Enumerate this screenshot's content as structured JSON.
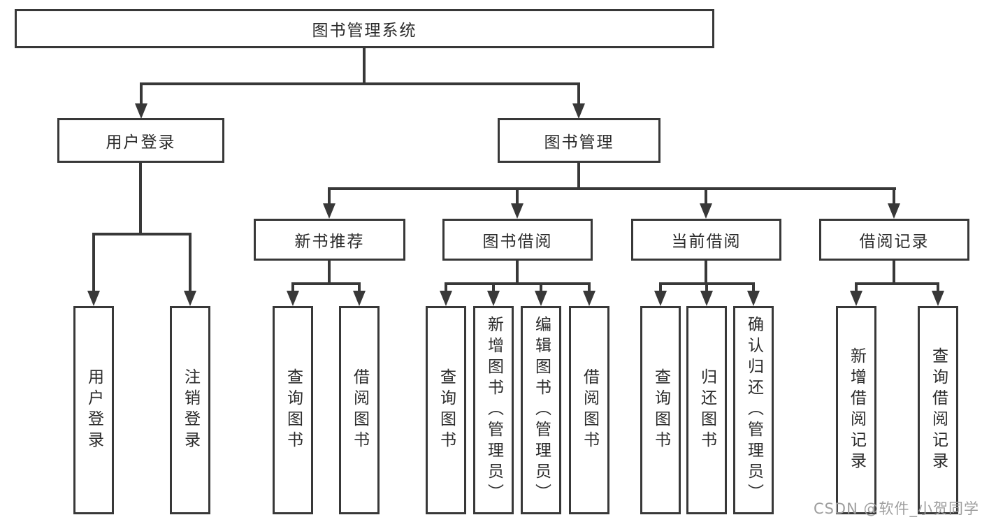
{
  "diagram": {
    "title": "图书管理系统",
    "level2": [
      {
        "label": "用户登录"
      },
      {
        "label": "图书管理"
      }
    ],
    "level3": [
      {
        "label": "新书推荐"
      },
      {
        "label": "图书借阅"
      },
      {
        "label": "当前借阅"
      },
      {
        "label": "借阅记录"
      }
    ],
    "leaves": {
      "userLogin": [
        "用户登录",
        "注销登录"
      ],
      "newBook": [
        "查询图书",
        "借阅图书"
      ],
      "bookBorrow": [
        "查询图书",
        "新增图书（管理员）",
        "编辑图书（管理员）",
        "借阅图书"
      ],
      "currentBorrow": [
        "查询图书",
        "归还图书",
        "确认归还（管理员）"
      ],
      "borrowRecords": [
        "新增借阅记录",
        "查询借阅记录"
      ]
    }
  },
  "watermark": {
    "text": "CSDN @软件_小贺同学"
  },
  "colors": {
    "line": "#383838",
    "text": "#2b2b2b",
    "watermark": "#9e9e9e",
    "background": "#ffffff",
    "box_fill": "#ffffff"
  }
}
